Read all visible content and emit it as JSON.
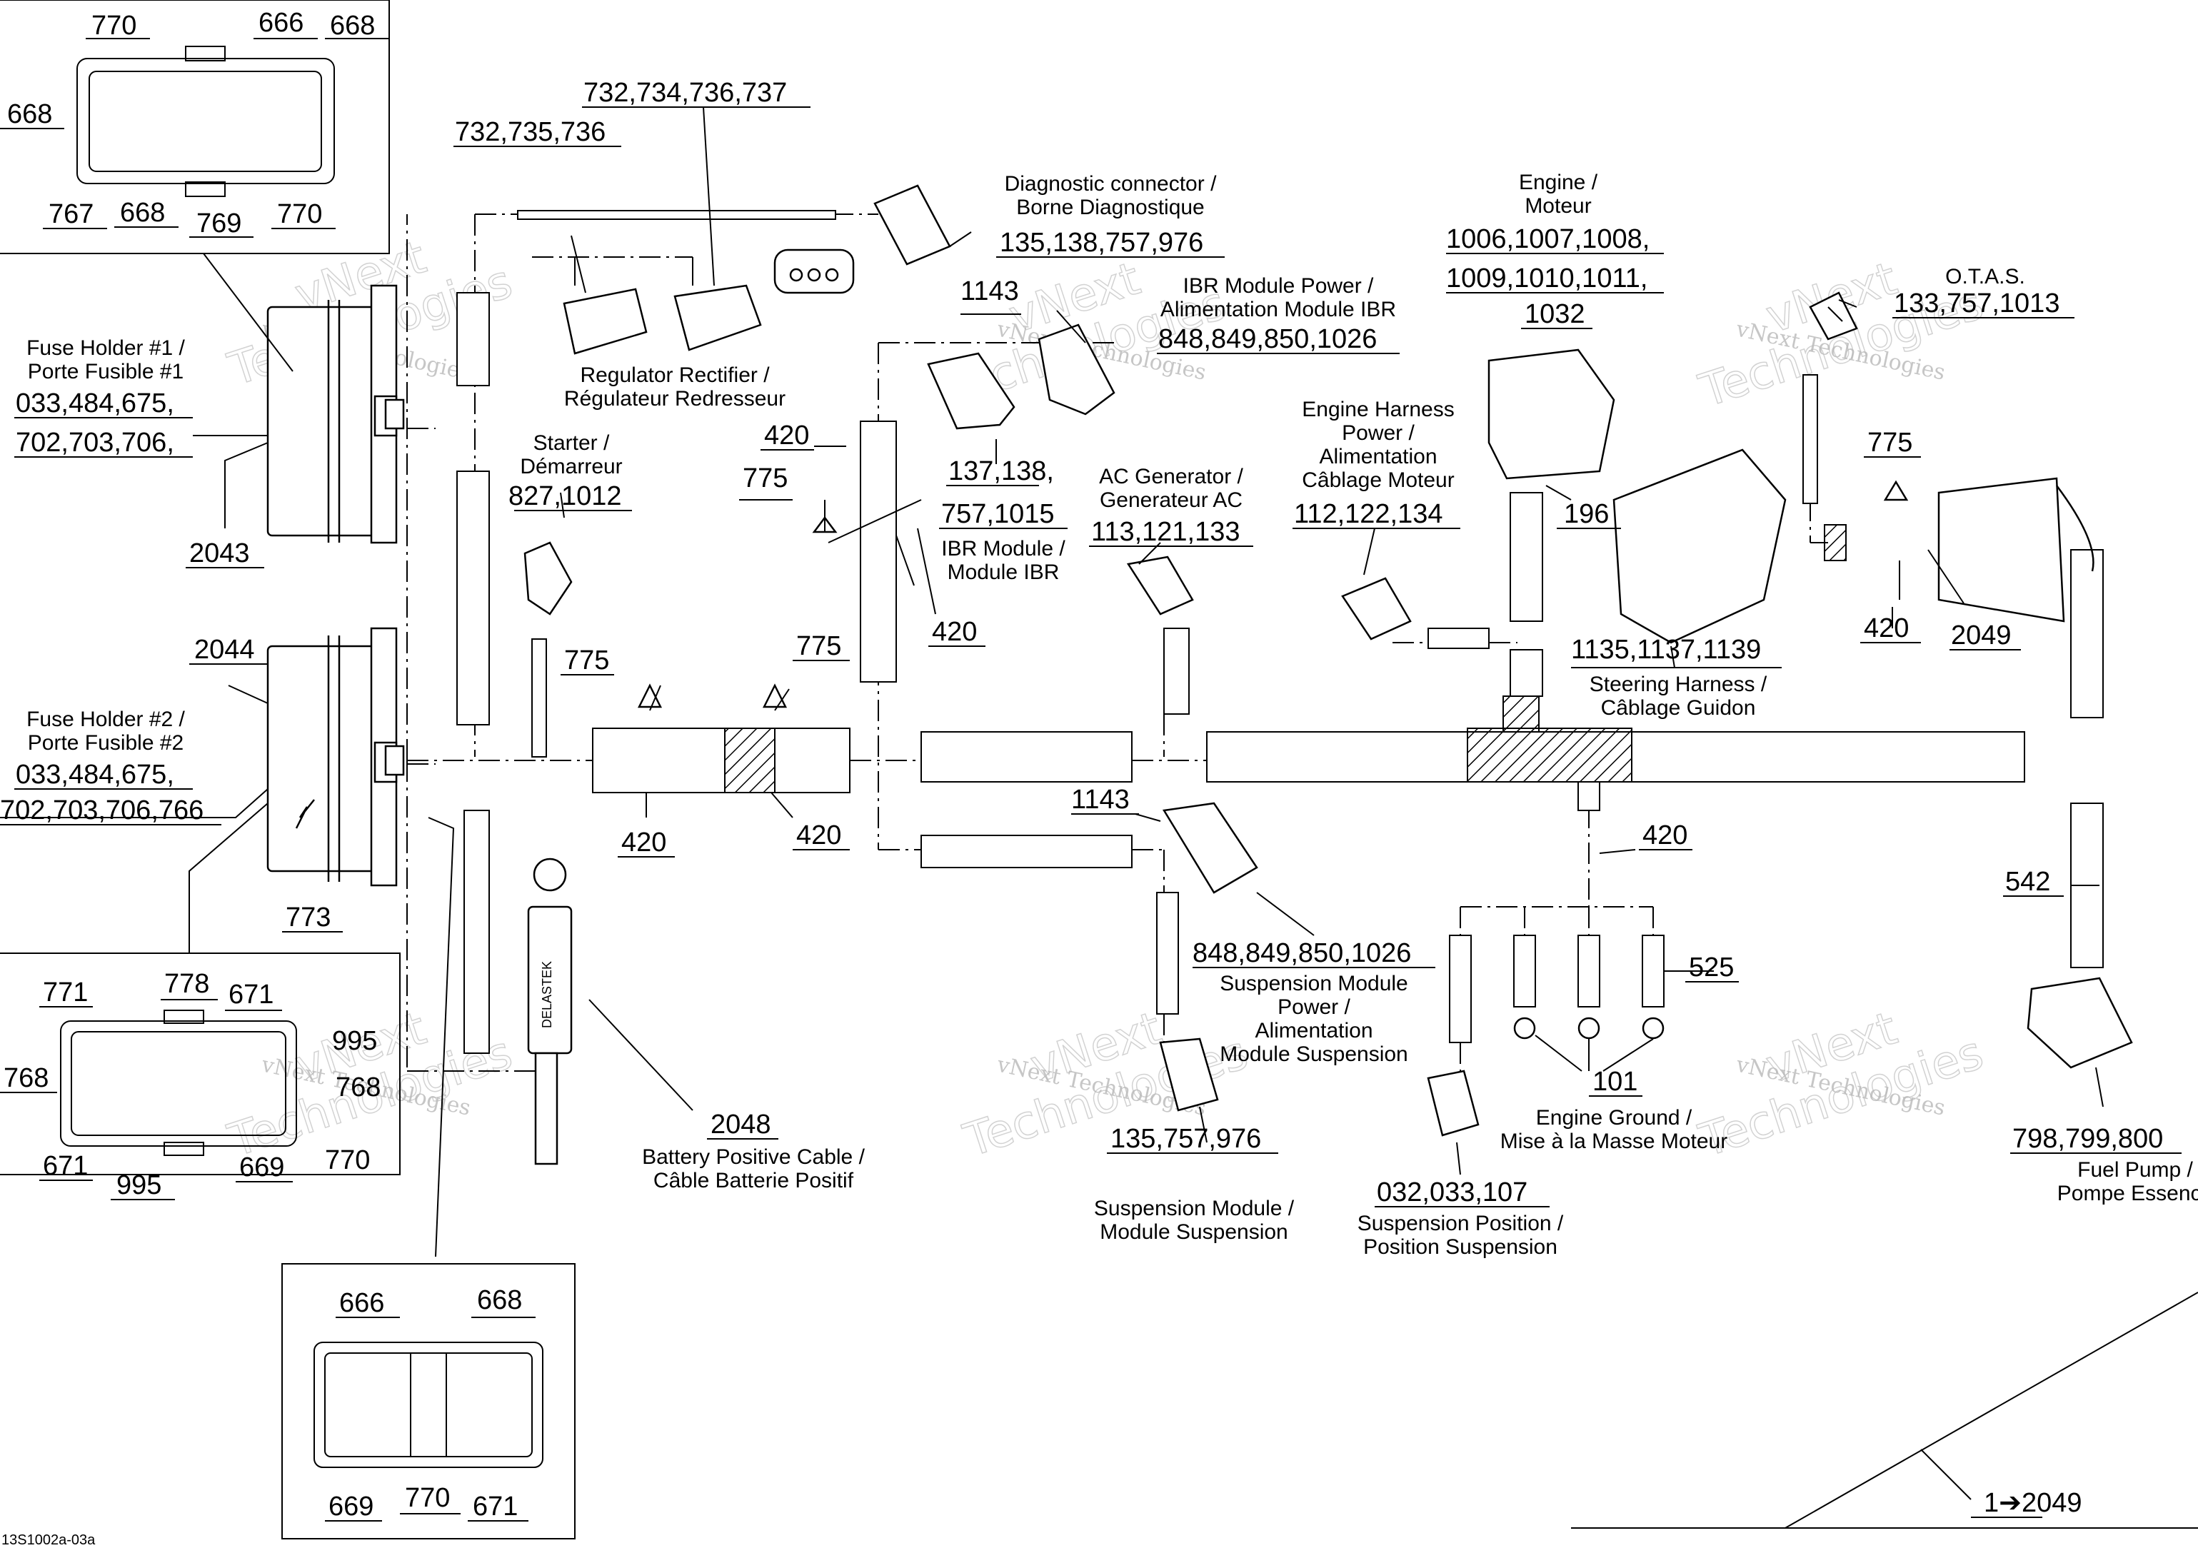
{
  "drawing_code": "13S1002a-03a",
  "watermark": {
    "line1": "vNext Technologies",
    "line2": "vNext",
    "line3": "Technologies"
  },
  "callouts": {
    "c770_a": "770",
    "c666_a": "666",
    "c668_a": "668",
    "c668_b": "668",
    "c767": "767",
    "c668_c": "668",
    "c769": "769",
    "c770_b": "770",
    "c2043": "2043",
    "c2044": "2044",
    "c773": "773",
    "c771": "771",
    "c778": "778",
    "c671_a": "671",
    "c995_a": "995",
    "c768_a": "768",
    "c768_b": "768",
    "c671_b": "671",
    "c995_b": "995",
    "c669_a": "669",
    "c770_c": "770",
    "c666_b": "666",
    "c668_d": "668",
    "c669_b": "669",
    "c770_d": "770",
    "c671_c": "671",
    "c2048": "2048",
    "c732a": "732,735,736",
    "c732b": "732,734,736,737",
    "c827": "827,1012",
    "c775_a": "775",
    "c775_b": "775",
    "c775_c": "775",
    "c775_d": "775",
    "c420_a": "420",
    "c420_b": "420",
    "c420_c": "420",
    "c420_d": "420",
    "c420_e": "420",
    "c420_f": "420",
    "c1143_a": "1143",
    "c1143_b": "1143",
    "c135a": "135,138,757,976",
    "c848a": "848,849,850,1026",
    "c848b": "848,849,850,1026",
    "c137a": "137,138,",
    "c137b": "757,1015",
    "c113": "113,121,133",
    "c112": "112,122,134",
    "c1006a": "1006,1007,1008,",
    "c1006b": "1009,1010,1011,",
    "c1006c": "1032",
    "c196": "196",
    "c133": "133,757,1013",
    "c1135": "1135,1137,1139",
    "c2049": "2049",
    "c542": "542",
    "c525": "525",
    "c101": "101",
    "c135b": "135,757,976",
    "c032": "032,033,107",
    "c798": "798,799,800",
    "c033a": "033,484,675,",
    "c702a": "702,703,706,",
    "c033b": "033,484,675,",
    "c702b": "702,703,706,766",
    "ref": "1",
    "ref_target": "2049"
  },
  "labels": {
    "fuse1_a": "Fuse Holder #1 /",
    "fuse1_b": "Porte Fusible #1",
    "fuse2_a": "Fuse Holder #2 /",
    "fuse2_b": "Porte Fusible #2",
    "reg_a": "Regulator Rectifier /",
    "reg_b": "Régulateur Redresseur",
    "starter_a": "Starter /",
    "starter_b": "Démarreur",
    "diag_a": "Diagnostic connector /",
    "diag_b": "Borne Diagnostique",
    "ibrp_a": "IBR Module Power /",
    "ibrp_b": "Alimentation Module IBR",
    "ibr_a": "IBR Module /",
    "ibr_b": "Module IBR",
    "acg_a": "AC Generator /",
    "acg_b": "Generateur AC",
    "ehp_a": "Engine Harness",
    "ehp_b": "Power /",
    "ehp_c": "Alimentation",
    "ehp_d": "Câblage Moteur",
    "eng_a": "Engine /",
    "eng_b": "Moteur",
    "otas": "O.T.A.S.",
    "steer_a": "Steering Harness /",
    "steer_b": "Câblage Guidon",
    "batt_a": "Battery Positive Cable /",
    "batt_b": "Câble Batterie Positif",
    "smp_a": "Suspension Module",
    "smp_b": "Power /",
    "smp_c": "Alimentation",
    "smp_d": "Module Suspension",
    "sm_a": "Suspension Module /",
    "sm_b": "Module Suspension",
    "sp_a": "Suspension Position /",
    "sp_b": "Position Suspension",
    "eg_a": "Engine Ground /",
    "eg_b": "Mise à la Masse Moteur",
    "fp_a": "Fuel Pump /",
    "fp_b": "Pompe Essence",
    "delastek": "DELASTEK"
  }
}
